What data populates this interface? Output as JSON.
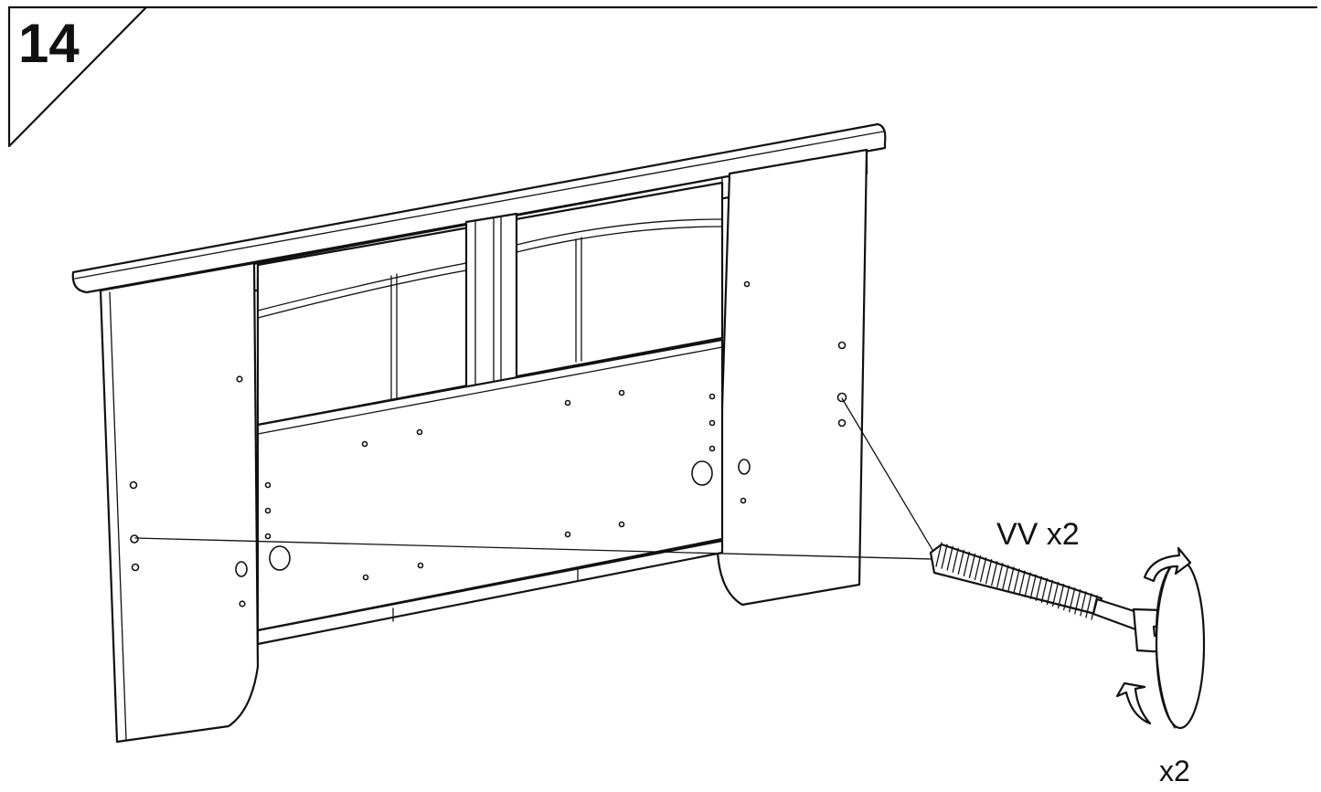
{
  "step": {
    "number": "14"
  },
  "callouts": {
    "hardware_label": "VV x2",
    "turn_count_label": "x2"
  },
  "icons": {
    "hardware": "bolt-icon",
    "rotate": "rotate-arrow-icon",
    "knob": "knob-icon"
  },
  "colors": {
    "ink": "#111111",
    "paper": "#ffffff"
  }
}
